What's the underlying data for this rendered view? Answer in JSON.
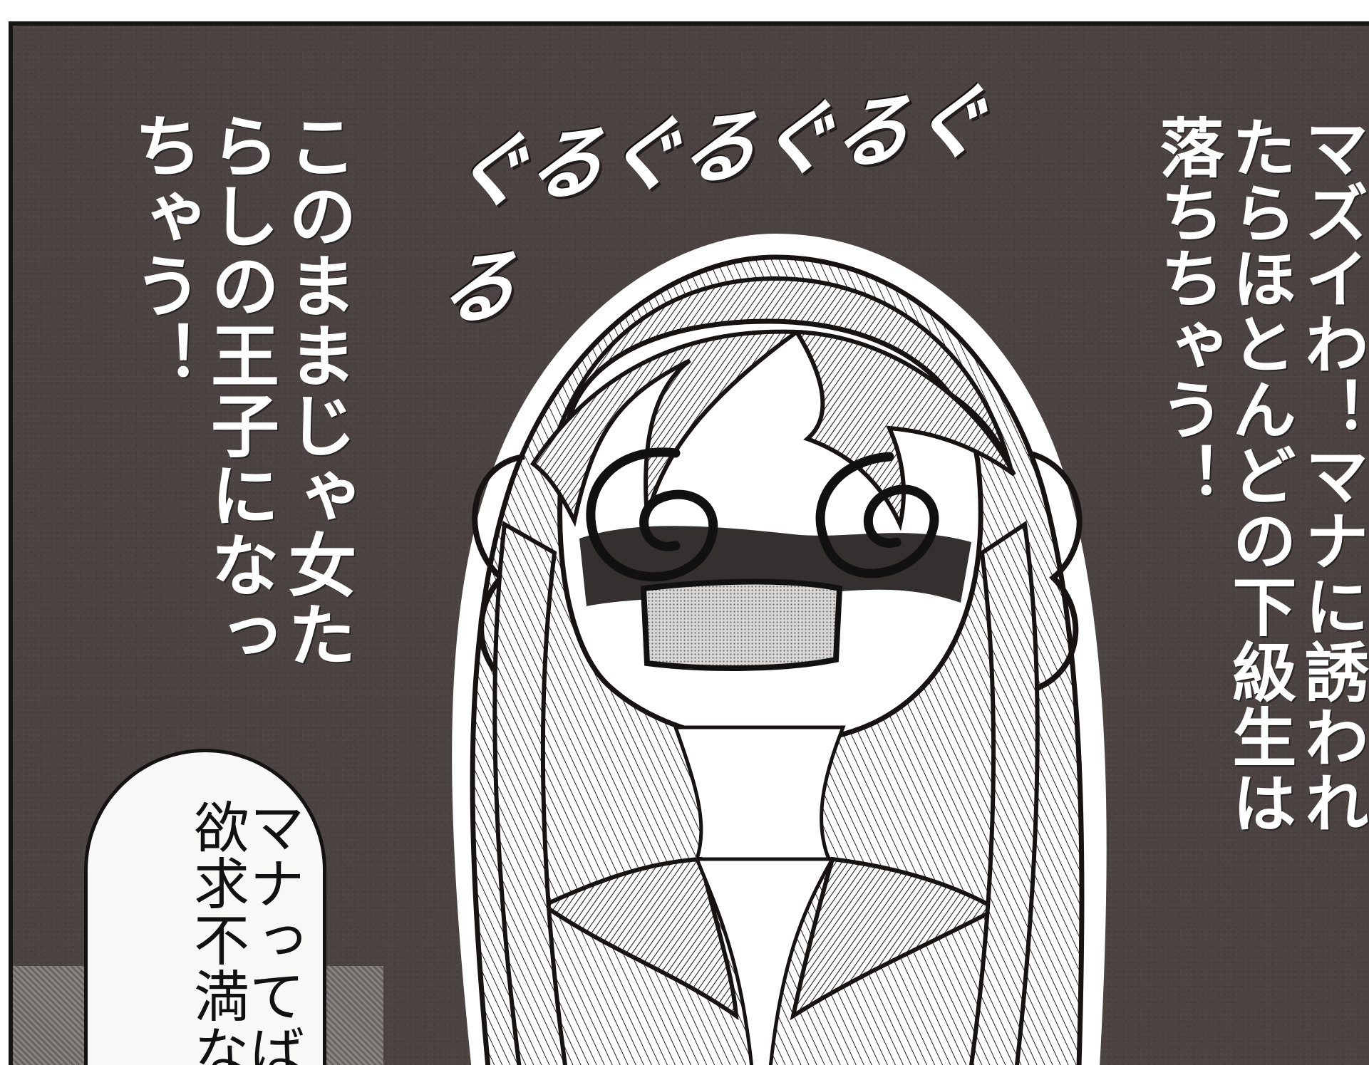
{
  "captions": {
    "left": "このままじゃ女たらしの王子になっちゃう！",
    "right": "マズイわ！マナに誘われたらほとんどの下級生は落ちちゃう！"
  },
  "sound_effect": "ぐるぐるぐるぐる",
  "speech_bubble": {
    "text": "マナってば欲求不満な"
  }
}
